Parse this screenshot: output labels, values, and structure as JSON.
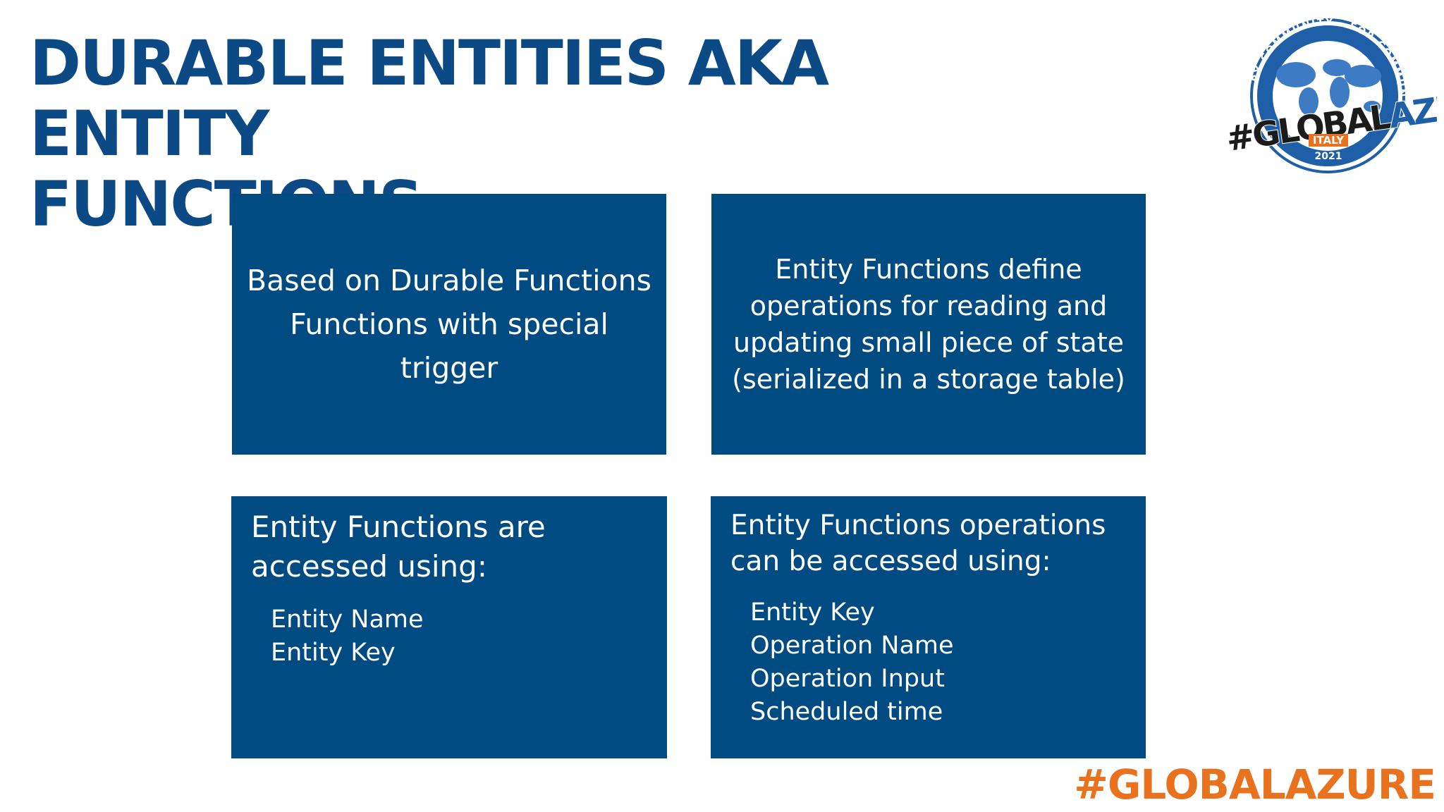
{
  "slide": {
    "title_lines": [
      "DURABLE ENTITIES AKA ENTITY",
      "FUNCTIONS"
    ],
    "boxes": [
      {
        "lines": [
          "Based on Durable Functions",
          "Functions with special",
          "trigger"
        ]
      },
      {
        "lines": [
          "Entity Functions define",
          "operations for reading and",
          "updating small piece of state",
          "(serialized in a storage table)"
        ]
      },
      {
        "heading_lines": [
          "Entity Functions are",
          "accessed using:"
        ],
        "items": [
          "Entity Name",
          "Entity Key"
        ]
      },
      {
        "heading_lines": [
          "Entity Functions operations",
          "can be accessed using:"
        ],
        "items": [
          "Entity Key",
          "Operation Name",
          "Operation Input",
          "Scheduled time"
        ]
      }
    ],
    "footer_hashtag": "#GLOBALAZURE",
    "box_color": "#004b81",
    "title_color": "#0b4a84",
    "accent_color": "#e8721e"
  },
  "logo": {
    "ring_top": "BY COMMUNITY · FOR COMMUNITY",
    "hashtag_part1": "#GLOBAL",
    "hashtag_part2": "AZURE",
    "country": "ITALY",
    "year": "2021"
  }
}
